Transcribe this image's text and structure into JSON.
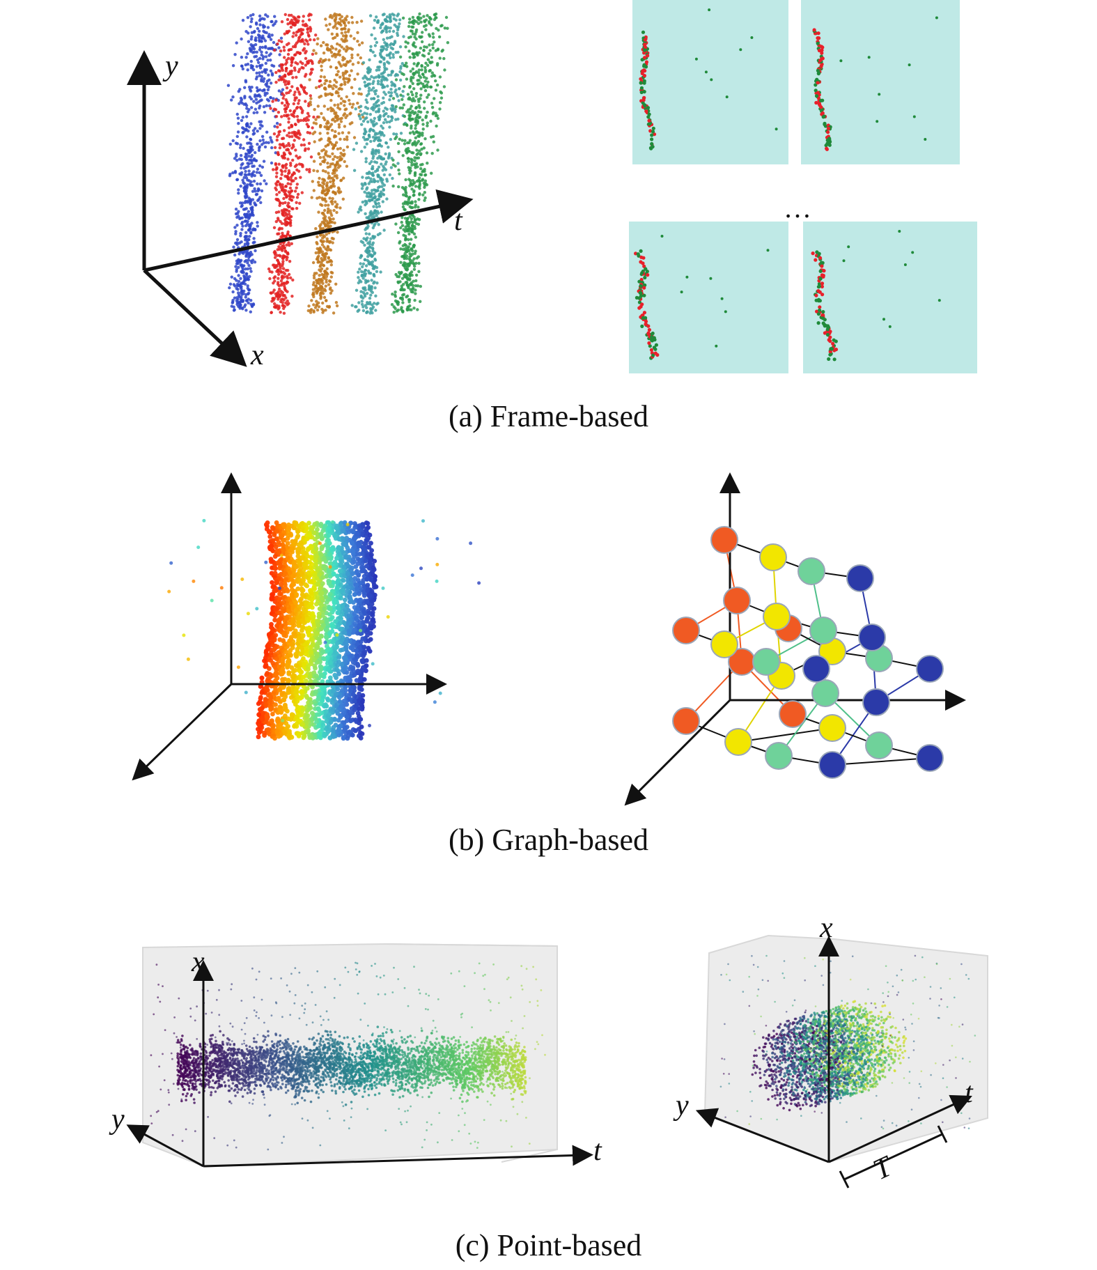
{
  "captions": {
    "a": "(a) Frame-based",
    "b": "(b) Graph-based",
    "c": "(c) Point-based"
  },
  "axis_labels": {
    "a_y": "y",
    "a_t": "t",
    "a_x": "x",
    "c1_x": "x",
    "c1_y": "y",
    "c1_t": "t",
    "c2_x": "x",
    "c2_y": "y",
    "c2_t": "t",
    "c2_T": "T"
  },
  "ellipsis": "…",
  "colors": {
    "frame_bg": "#bfe9e6",
    "event_red": "#e8202a",
    "event_green": "#1f8a3a",
    "node_orange": "#f05a23",
    "node_yellow": "#f2e600",
    "node_teal": "#6fd29a",
    "node_blue": "#2b3aa8",
    "viridis": [
      "#440154",
      "#3b528b",
      "#21918c",
      "#5ec962",
      "#fde725"
    ]
  }
}
